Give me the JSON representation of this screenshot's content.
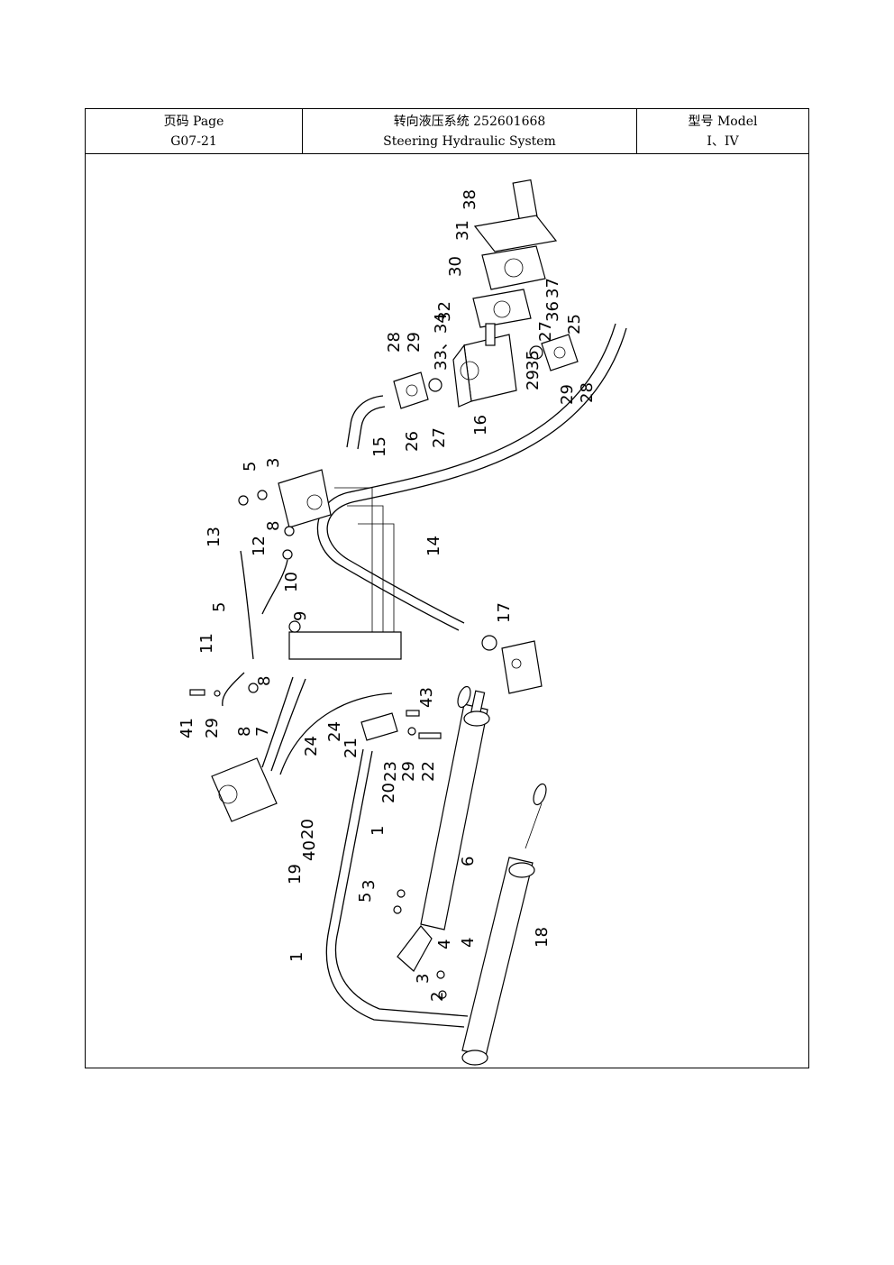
{
  "header": {
    "page_label": "页码 Page",
    "page_number": "G07-21",
    "title_cn": "转向液压系统 252601668",
    "title_en": "Steering Hydraulic System",
    "model_label": "型号    Model",
    "model_value": "I、IV"
  },
  "callouts": [
    "38",
    "31",
    "30",
    "37",
    "36",
    "32",
    "27",
    "25",
    "28",
    "29",
    "33、34",
    "35",
    "29",
    "28",
    "29",
    "26",
    "27",
    "16",
    "15",
    "5",
    "3",
    "8",
    "13",
    "12",
    "10",
    "14",
    "17",
    "5",
    "9",
    "11",
    "8",
    "41",
    "29",
    "8",
    "7",
    "24",
    "24",
    "21",
    "43",
    "23",
    "29",
    "22",
    "20",
    "20",
    "40",
    "19",
    "1",
    "6",
    "5",
    "3",
    "4",
    "4",
    "18",
    "1",
    "3",
    "2"
  ]
}
